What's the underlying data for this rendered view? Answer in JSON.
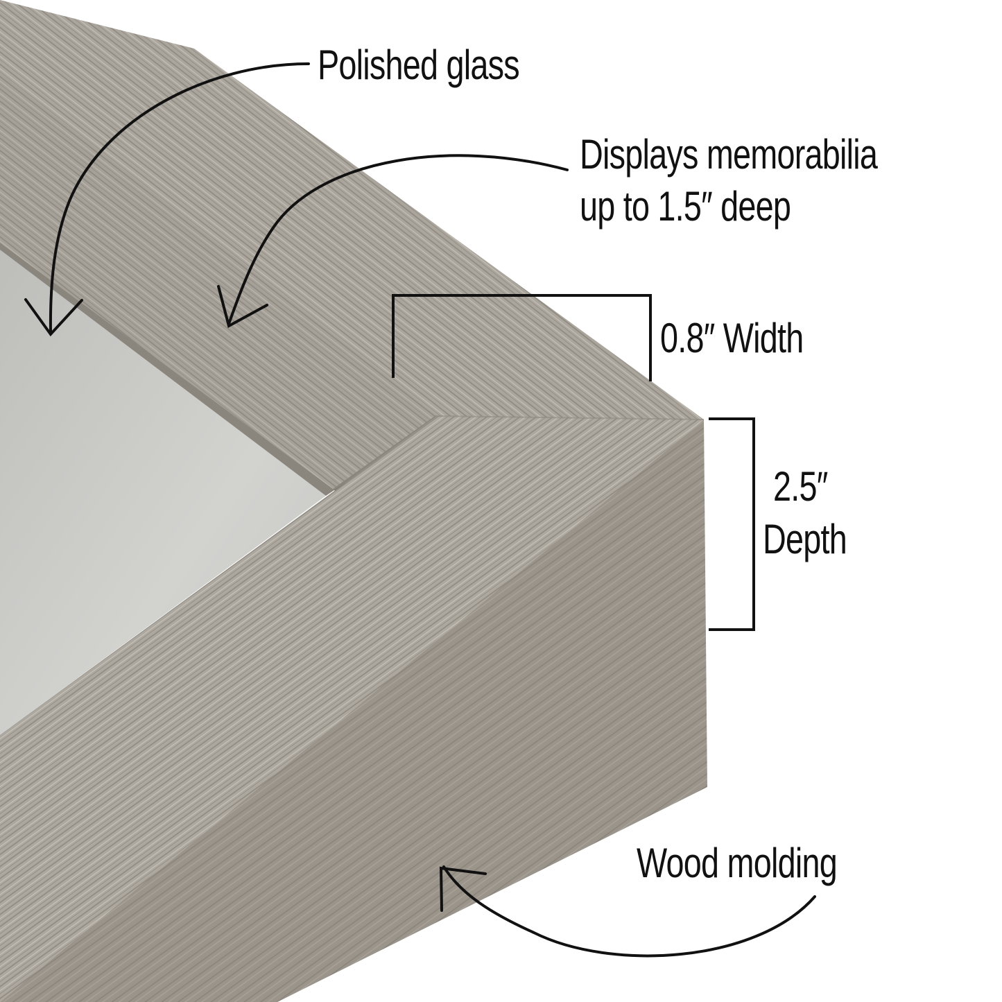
{
  "colors": {
    "background": "#ffffff",
    "molding_top": "#a9a49c",
    "molding_side": "#9e978c",
    "glass_shadow": "#6e6d69",
    "glass": "#c9c9c6",
    "annotation": "#111111"
  },
  "callouts": {
    "polished_glass": "Polished glass",
    "memorabilia_line1": "Displays memorabilia",
    "memorabilia_line2": "up to 1.5″ deep",
    "width": "0.8″ Width",
    "depth_line1": "2.5″",
    "depth_line2": "Depth",
    "wood_molding": "Wood molding"
  },
  "icons": {
    "glass_arrow": "curved-arrow-down-icon",
    "memorabilia_arrow": "curved-arrow-down-icon",
    "molding_arrow": "curved-arrow-up-icon"
  }
}
